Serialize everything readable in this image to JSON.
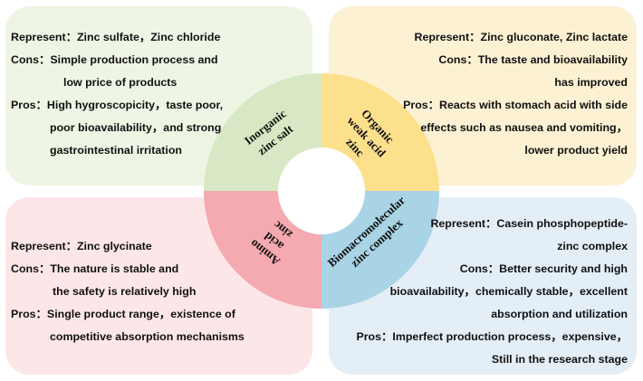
{
  "colors": {
    "green_panel": "#eef5e4",
    "yellow_panel": "#fdf1d4",
    "pink_panel": "#fde6e8",
    "blue_panel": "#e3eef7",
    "green_sector": "#d8e8c4",
    "yellow_sector": "#fde08c",
    "pink_sector": "#f5a9b0",
    "blue_sector": "#a9d4e6"
  },
  "center": {
    "inorganic": [
      "Inorganic",
      "zinc salt"
    ],
    "organic": [
      "Organic",
      "weak acid",
      "zinc"
    ],
    "amino": [
      "Amino",
      "acid",
      "zinc"
    ],
    "biomacro": [
      "Biomacromolecular",
      "zinc complex"
    ]
  },
  "panels": {
    "inorganic": {
      "represent": "Represent：Zinc sulfate，Zinc chloride",
      "cons": [
        "Cons：Simple production process and",
        "low  price of products"
      ],
      "pros": [
        "Pros：High hygroscopicity，taste poor,",
        "poor bioavailability，and strong",
        "gastrointestinal irritation"
      ]
    },
    "organic": {
      "represent": "Represent：Zinc gluconate, Zinc lactate",
      "cons": [
        "Cons：The taste and bioavailability",
        "has improved"
      ],
      "pros": [
        "Pros：Reacts with stomach acid with side",
        "effects such as nausea and vomiting，",
        "lower product yield"
      ]
    },
    "amino": {
      "represent": "Represent：Zinc glycinate",
      "cons": [
        "Cons：The nature is stable and",
        "the safety is relatively high"
      ],
      "pros": [
        "Pros：Single product range，existence of",
        "competitive absorption mechanisms"
      ]
    },
    "biomacro": {
      "represent": [
        "Represent：Casein phosphopeptide-",
        "zinc complex"
      ],
      "cons": [
        "Cons：Better security and high",
        "bioavailability，chemically stable，excellent",
        "absorption and utilization"
      ],
      "pros": [
        "Pros：Imperfect production process，expensive，",
        "Still in the research stage"
      ]
    }
  }
}
